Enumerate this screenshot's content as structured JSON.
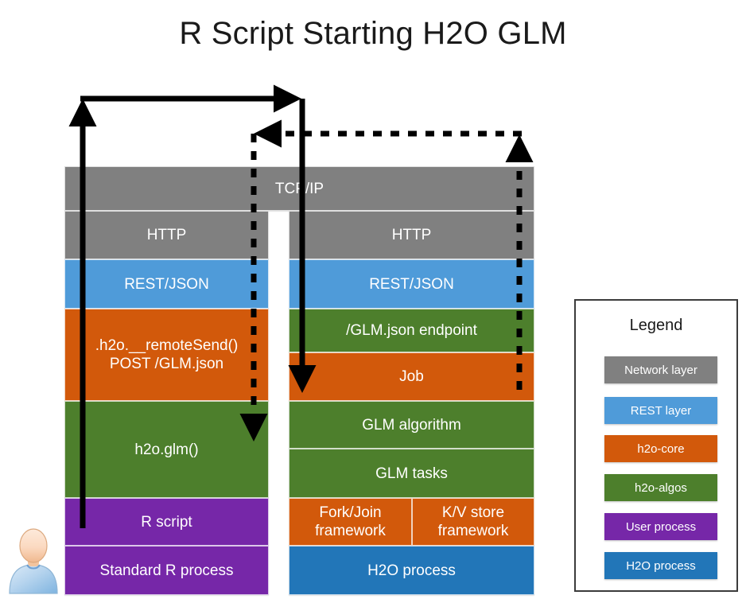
{
  "title": "R Script Starting H2O GLM",
  "colors": {
    "network_layer": "#808080",
    "rest_layer": "#4f9bd9",
    "h2o_core": "#d2590b",
    "h2o_algos": "#4d7f2c",
    "user_process": "#7627a8",
    "h2o_process": "#2276b8",
    "arrow": "#000000",
    "background": "#ffffff",
    "title_text": "#1a1a1a"
  },
  "shared_row": {
    "label": "TCP/IP",
    "category": "network_layer"
  },
  "left_stack": {
    "name": "Standard R process stack",
    "blocks": [
      {
        "label": "HTTP",
        "category": "network_layer"
      },
      {
        "label": "REST/JSON",
        "category": "rest_layer"
      },
      {
        "label": ".h2o.__remoteSend()\nPOST /GLM.json",
        "line1": ".h2o.__remoteSend()",
        "line2": "POST /GLM.json",
        "category": "h2o_core"
      },
      {
        "label": "h2o.glm()",
        "category": "h2o_algos"
      },
      {
        "label": "R script",
        "category": "user_process"
      },
      {
        "label": "Standard R process",
        "category": "user_process"
      }
    ]
  },
  "right_stack": {
    "name": "H2O process stack",
    "blocks": [
      {
        "label": "HTTP",
        "category": "network_layer"
      },
      {
        "label": "REST/JSON",
        "category": "rest_layer"
      },
      {
        "label": "/GLM.json endpoint",
        "category": "h2o_algos"
      },
      {
        "label": "Job",
        "category": "h2o_core"
      },
      {
        "label": "GLM algorithm",
        "category": "h2o_algos"
      },
      {
        "label": "GLM tasks",
        "category": "h2o_algos"
      }
    ],
    "split_row": [
      {
        "line1": "Fork/Join",
        "line2": "framework",
        "category": "h2o_core"
      },
      {
        "line1": "K/V store",
        "line2": "framework",
        "category": "h2o_core"
      }
    ],
    "footer": {
      "label": "H2O process",
      "category": "h2o_process"
    }
  },
  "legend": {
    "title": "Legend",
    "items": [
      {
        "label": "Network layer",
        "color": "#808080"
      },
      {
        "label": "REST layer",
        "color": "#4f9bd9"
      },
      {
        "label": "h2o-core",
        "color": "#d2590b"
      },
      {
        "label": "h2o-algos",
        "color": "#4d7f2c"
      },
      {
        "label": "User process",
        "color": "#7627a8"
      },
      {
        "label": "H2O process",
        "color": "#2276b8"
      }
    ]
  },
  "arrows": [
    {
      "name": "request-arrow",
      "style": "solid",
      "description": "R script up to top, across right, down into Job"
    },
    {
      "name": "response-arrow",
      "style": "dashed",
      "description": "H2O process up, across left, down into h2o.glm()"
    }
  ],
  "avatar": {
    "name": "user-avatar"
  }
}
